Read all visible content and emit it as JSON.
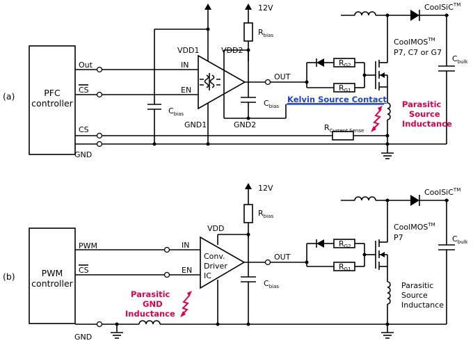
{
  "panel_a": {
    "label": "(a)",
    "controller": [
      "PFC",
      "controller"
    ],
    "pins": {
      "out": "Out",
      "cs_bar": "CS",
      "cs": "CS",
      "gnd": "GND"
    },
    "driver_pins": {
      "in": "IN",
      "en": "EN",
      "out": "OUT",
      "vdd1": "VDD1",
      "vdd2": "VDD2",
      "gnd1": "GND1",
      "gnd2": "GND2"
    },
    "supply": "12V",
    "r_bias": {
      "main": "R",
      "sub": "bias"
    },
    "c_bias_1": {
      "main": "C",
      "sub": "bias"
    },
    "c_bias_2": {
      "main": "C",
      "sub": "bias"
    },
    "rg2": {
      "main": "R",
      "sub": "G2"
    },
    "rg1": {
      "main": "R",
      "sub": "G1"
    },
    "coolsic": {
      "main": "CoolSiC",
      "sup": "TM"
    },
    "coolmos": {
      "main": "CoolMOS",
      "sup": "TM",
      "line2": "P7, C7 or G7"
    },
    "c_bulk": {
      "main": "C",
      "sub": "bulk"
    },
    "r_current_sense": {
      "main": "R",
      "sub": "Current Sense"
    },
    "kelvin": "Kelvin Source Contact",
    "parasitic": [
      "Parasitic",
      "Source",
      "Inductance"
    ]
  },
  "panel_b": {
    "label": "(b)",
    "controller": [
      "PWM",
      "controller"
    ],
    "pins": {
      "pwm": "PWM",
      "cs_bar": "CS",
      "gnd": "GND"
    },
    "driver_pins": {
      "in": "IN",
      "en": "EN",
      "out": "OUT",
      "vdd": "VDD"
    },
    "driver_label": [
      "Conv.",
      "Driver",
      "IC"
    ],
    "supply": "12V",
    "r_bias": {
      "main": "R",
      "sub": "bias"
    },
    "c_bias": {
      "main": "C",
      "sub": "bias"
    },
    "rg2": {
      "main": "R",
      "sub": "G2"
    },
    "rg1": {
      "main": "R",
      "sub": "G1"
    },
    "coolsic": {
      "main": "CoolSiC",
      "sup": "TM"
    },
    "coolmos": {
      "main": "CoolMOS",
      "sup": "TM",
      "line2": "P7"
    },
    "c_bulk": {
      "main": "C",
      "sub": "bulk"
    },
    "parasitic_source": [
      "Parasitic",
      "Source",
      "Inductance"
    ],
    "parasitic_gnd": [
      "Parasitic",
      "GND",
      "Inductance"
    ]
  },
  "colors": {
    "annotation_red": "#e0004d",
    "kelvin_blue": "#1d3fd6"
  }
}
